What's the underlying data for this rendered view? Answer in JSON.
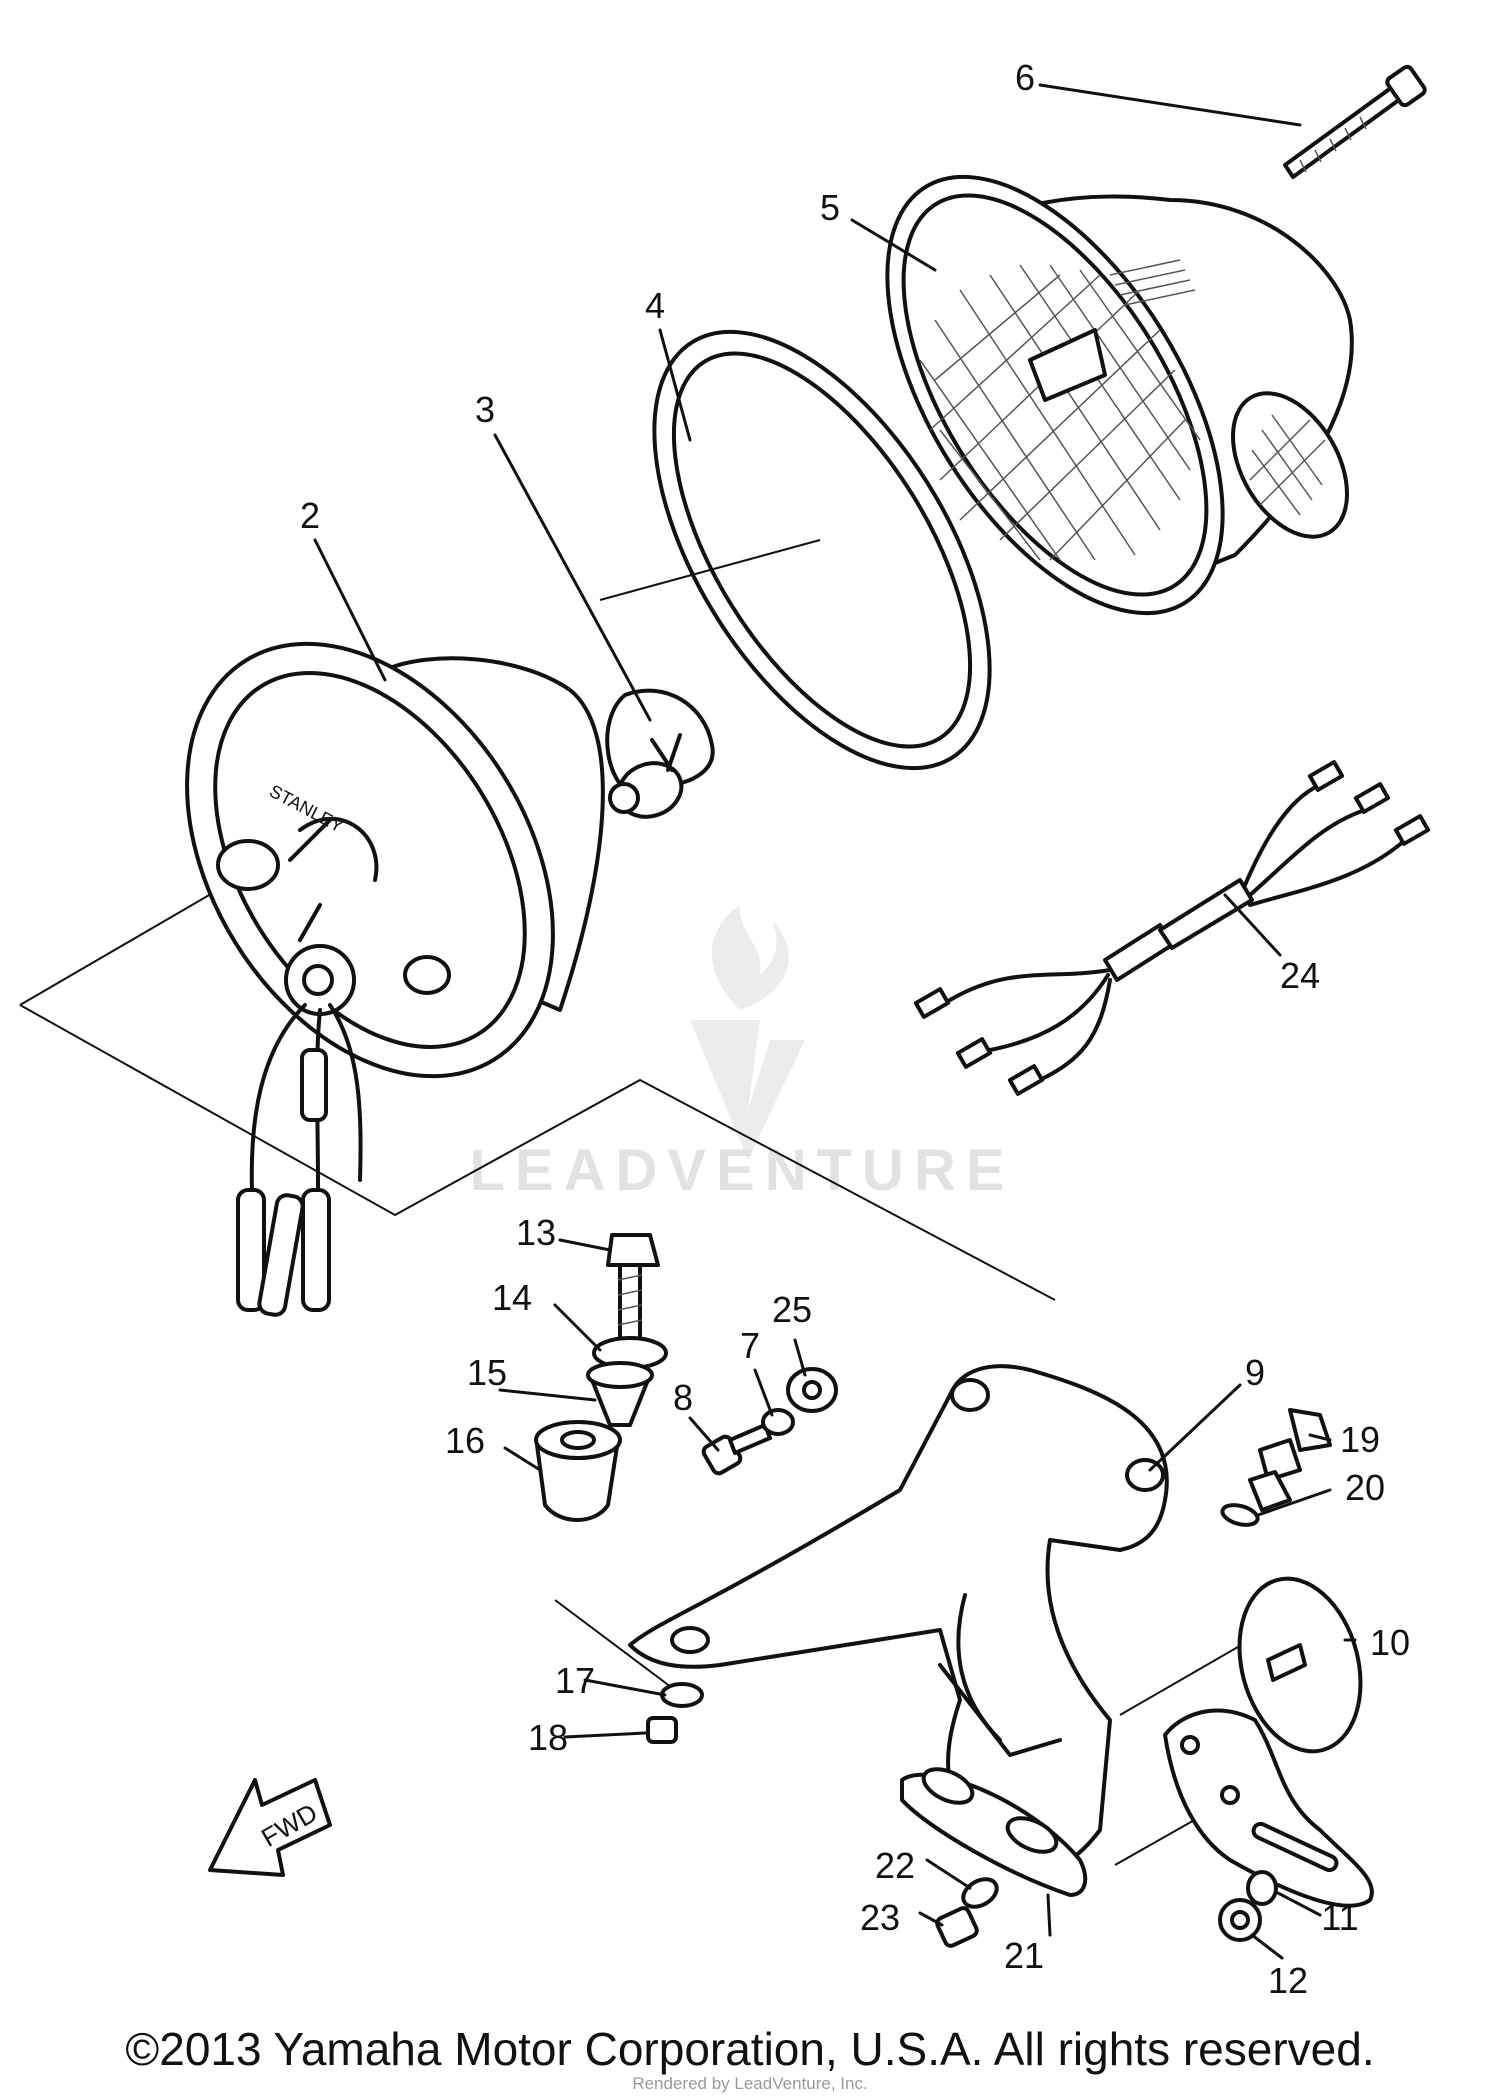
{
  "diagram": {
    "callouts": [
      "2",
      "3",
      "4",
      "5",
      "6",
      "7",
      "8",
      "9",
      "10",
      "11",
      "12",
      "13",
      "14",
      "15",
      "16",
      "17",
      "18",
      "19",
      "20",
      "21",
      "22",
      "23",
      "24",
      "25"
    ],
    "lens_text": "STANLEY",
    "fwd_text": "FWD"
  },
  "watermark": {
    "text": "LEADVENTURE"
  },
  "footer": {
    "copyright": "©2013 Yamaha Motor Corporation, U.S.A. All rights reserved.",
    "rendered_by": "Rendered by LeadVenture, Inc."
  }
}
